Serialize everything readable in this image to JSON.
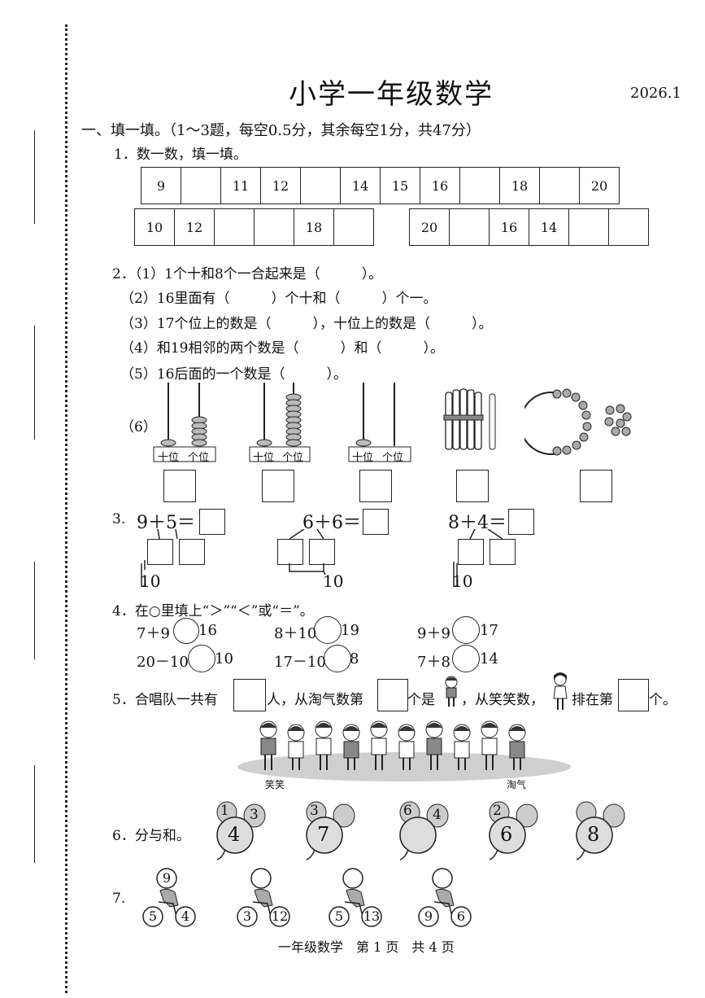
{
  "title": "小学一年级数学",
  "date": "2026.1",
  "section1": "一、填一填。（1～3题，每空0.5分，其余每空1分，共47分）",
  "q1": {
    "label": "1．数一数，填一填。",
    "row1": [
      "9",
      "",
      "11",
      "12",
      "",
      "14",
      "15",
      "16",
      "",
      "18",
      "",
      "20"
    ],
    "row2a": [
      "10",
      "12",
      "",
      "",
      "18",
      ""
    ],
    "row2b": [
      "20",
      "",
      "16",
      "14",
      "",
      ""
    ]
  },
  "q2": {
    "p1": "2．（1）1个十和8个一合起来是（　　　）。",
    "p2": "（2）16里面有（　　　）个十和（　　　）个一。",
    "p3": "（3）17个位上的数是（　　　），十位上的数是（　　　）。",
    "p4": "（4）和19相邻的两个数是（　　　）和（　　　）。",
    "p5": "（5）16后面的一个数是（　　　）。",
    "p6": "（6）",
    "tens": "十位",
    "ones": "个位"
  },
  "q3": {
    "label": "3.",
    "exprs": [
      "9＋5＝",
      "6＋6＝",
      "8＋4＝"
    ],
    "ten": "10"
  },
  "q4": {
    "label": "4．在○里填上“＞”“＜”或“＝”。",
    "items": [
      {
        "l": "7＋9",
        "r": "16"
      },
      {
        "l": "8＋10",
        "r": "19"
      },
      {
        "l": "9＋9",
        "r": "17"
      },
      {
        "l": "20－10",
        "r": "10"
      },
      {
        "l": "17－10",
        "r": "8"
      },
      {
        "l": "7＋8",
        "r": "14"
      }
    ]
  },
  "q5": {
    "t1": "5．合唱队一共有",
    "t2": "人，从淘气数第",
    "t3": "个是",
    "t4": "，从笑笑数，",
    "t5": "排在第",
    "t6": "个。",
    "left_name": "笑笑",
    "right_name": "淘气"
  },
  "q6": {
    "label": "6．分与和。",
    "radishes": [
      {
        "a": "1",
        "b": "3",
        "sum": "4"
      },
      {
        "a": "3",
        "b": "",
        "sum": "7"
      },
      {
        "a": "6",
        "b": "4",
        "sum": ""
      },
      {
        "a": "2",
        "b": "",
        "sum": "6"
      },
      {
        "a": "",
        "b": "",
        "sum": "8"
      }
    ]
  },
  "q7": {
    "label": "7.",
    "bikes": [
      {
        "top": "9",
        "l": "5",
        "r": "4"
      },
      {
        "top": "",
        "l": "3",
        "r": "12"
      },
      {
        "top": "",
        "l": "5",
        "r": "13"
      },
      {
        "top": "",
        "l": "9",
        "r": "6"
      }
    ]
  },
  "footer": "一年级数学　第 1 页　共 4 页"
}
